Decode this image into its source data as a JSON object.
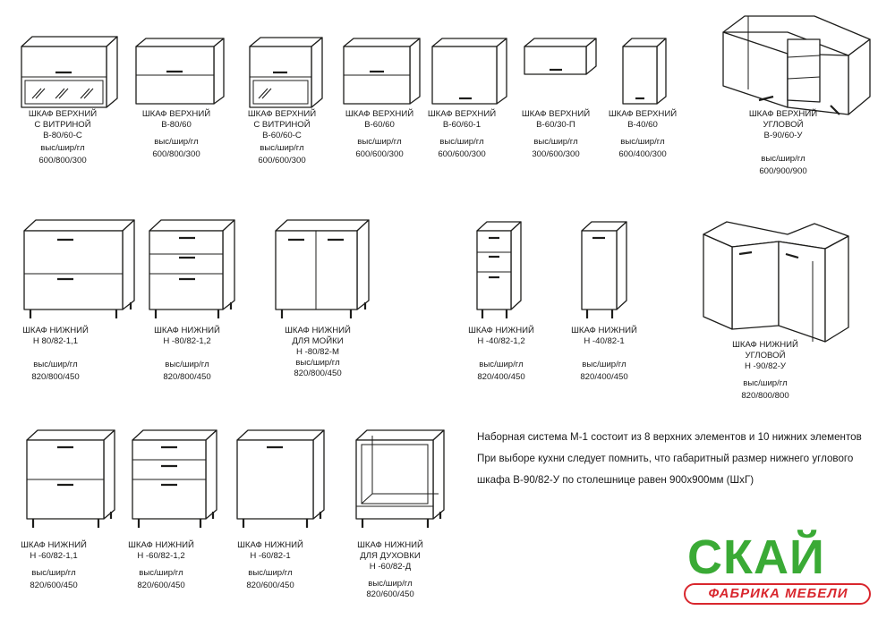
{
  "items": [
    {
      "id": "u1",
      "lines": [
        "ШКАФ ВЕРХНИЙ",
        "С ВИТРИНОЙ",
        "В-80/60-С"
      ],
      "dims_label": "выс/шир/гл",
      "dims": "600/800/300"
    },
    {
      "id": "u2",
      "lines": [
        "ШКАФ ВЕРХНИЙ",
        "В-80/60"
      ],
      "dims_label": "выс/шир/гл",
      "dims": "600/800/300"
    },
    {
      "id": "u3",
      "lines": [
        "ШКАФ ВЕРХНИЙ",
        "С ВИТРИНОЙ",
        "В-60/60-С"
      ],
      "dims_label": "выс/шир/гл",
      "dims": "600/600/300"
    },
    {
      "id": "u4",
      "lines": [
        "ШКАФ ВЕРХНИЙ",
        "В-60/60"
      ],
      "dims_label": "выс/шир/гл",
      "dims": "600/600/300"
    },
    {
      "id": "u5",
      "lines": [
        "ШКАФ ВЕРХНИЙ",
        "В-60/60-1"
      ],
      "dims_label": "выс/шир/гл",
      "dims": "600/600/300"
    },
    {
      "id": "u6",
      "lines": [
        "ШКАФ ВЕРХНИЙ",
        "В-60/30-П"
      ],
      "dims_label": "выс/шир/гл",
      "dims": "300/600/300"
    },
    {
      "id": "u7",
      "lines": [
        "ШКАФ ВЕРХНИЙ",
        "В-40/60"
      ],
      "dims_label": "выс/шир/гл",
      "dims": "600/400/300"
    },
    {
      "id": "u8",
      "lines": [
        "ШКАФ ВЕРХНИЙ",
        "УГЛОВОЙ",
        "В-90/60-У"
      ],
      "dims_label": "выс/шир/гл",
      "dims": "600/900/900"
    },
    {
      "id": "l1",
      "lines": [
        "ШКАФ НИЖНИЙ",
        "Н 80/82-1,1"
      ],
      "dims_label": "выс/шир/гл",
      "dims": "820/800/450"
    },
    {
      "id": "l2",
      "lines": [
        "ШКАФ НИЖНИЙ",
        "Н -80/82-1,2"
      ],
      "dims_label": "выс/шир/гл",
      "dims": "820/800/450"
    },
    {
      "id": "l3",
      "lines": [
        "ШКАФ НИЖНИЙ",
        "ДЛЯ МОЙКИ",
        "Н -80/82-М"
      ],
      "dims_label": "выс/шир/гл",
      "dims": "820/800/450"
    },
    {
      "id": "l4",
      "lines": [
        "ШКАФ НИЖНИЙ",
        "Н -40/82-1,2"
      ],
      "dims_label": "выс/шир/гл",
      "dims": "820/400/450"
    },
    {
      "id": "l5",
      "lines": [
        "ШКАФ НИЖНИЙ",
        "Н -40/82-1"
      ],
      "dims_label": "выс/шир/гл",
      "dims": "820/400/450"
    },
    {
      "id": "l6",
      "lines": [
        "ШКАФ НИЖНИЙ",
        "УГЛОВОЙ",
        "Н -90/82-У"
      ],
      "dims_label": "выс/шир/гл",
      "dims": "820/800/800"
    },
    {
      "id": "l7",
      "lines": [
        "ШКАФ НИЖНИЙ",
        "Н -60/82-1,1"
      ],
      "dims_label": "выс/шир/гл",
      "dims": "820/600/450"
    },
    {
      "id": "l8",
      "lines": [
        "ШКАФ НИЖНИЙ",
        "Н -60/82-1,2"
      ],
      "dims_label": "выс/шир/гл",
      "dims": "820/600/450"
    },
    {
      "id": "l9",
      "lines": [
        "ШКАФ НИЖНИЙ",
        "Н -60/82-1"
      ],
      "dims_label": "выс/шир/гл",
      "dims": "820/600/450"
    },
    {
      "id": "l10",
      "lines": [
        "ШКАФ НИЖНИЙ",
        "ДЛЯ ДУХОВКИ",
        "Н -60/82-Д"
      ],
      "dims_label": "выс/шир/гл",
      "dims": "820/600/450"
    }
  ],
  "info": {
    "line1": "Наборная система М-1 состоит из 8 верхних элементов и 10 нижних элементов",
    "line2": "При выборе кухни следует помнить, что габаритный размер нижнего углового",
    "line3": "шкафа В-90/82-У по столешнице равен 900х900мм (ШхГ)"
  },
  "logo": {
    "word": "СКАЙ",
    "subtitle": "ФАБРИКА МЕБЕЛИ",
    "green": "#3aaa35",
    "red": "#d9272e"
  }
}
